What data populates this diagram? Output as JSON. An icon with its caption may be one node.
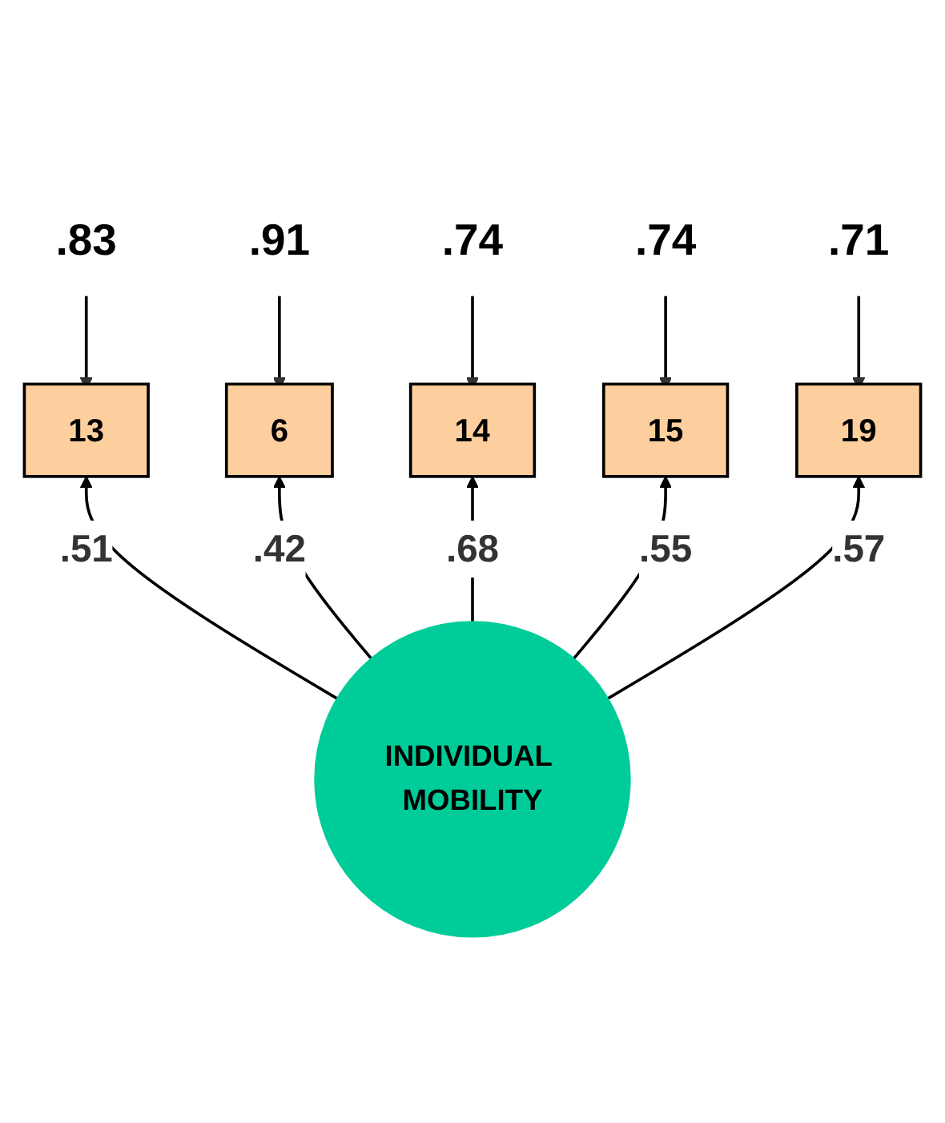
{
  "diagram": {
    "nodes": [
      {
        "text": [
          ".83"
        ]
      },
      {
        "text": [
          ".91"
        ]
      },
      {
        "text": [
          ".74"
        ]
      },
      {
        "text": [
          ".74"
        ]
      },
      {
        "text": [
          ".71"
        ]
      },
      {
        "text": [
          "13"
        ]
      },
      {
        "text": [
          "6"
        ]
      },
      {
        "text": [
          "14"
        ]
      },
      {
        "text": [
          "15"
        ]
      },
      {
        "text": [
          "19"
        ]
      },
      {
        "text": [
          "INDIVIDUAL MOBILITY"
        ]
      }
    ],
    "edges": [
      {
        "from": 0,
        "to": 5,
        "arrow": "to"
      },
      {
        "from": 1,
        "to": 6,
        "arrow": "to"
      },
      {
        "from": 2,
        "to": 7,
        "arrow": "to"
      },
      {
        "from": 3,
        "to": 8,
        "arrow": "to"
      },
      {
        "from": 4,
        "to": 9,
        "arrow": "to"
      },
      {
        "from": 10,
        "to": 5,
        "label": ".51",
        "arrow": "to"
      },
      {
        "from": 10,
        "to": 6,
        "label": ".42",
        "arrow": "to"
      },
      {
        "from": 10,
        "to": 7,
        "label": ".68",
        "arrow": "to"
      },
      {
        "from": 10,
        "to": 8,
        "label": ".55",
        "arrow": "to"
      },
      {
        "from": 10,
        "to": 9,
        "label": ".57",
        "arrow": "to"
      }
    ]
  }
}
